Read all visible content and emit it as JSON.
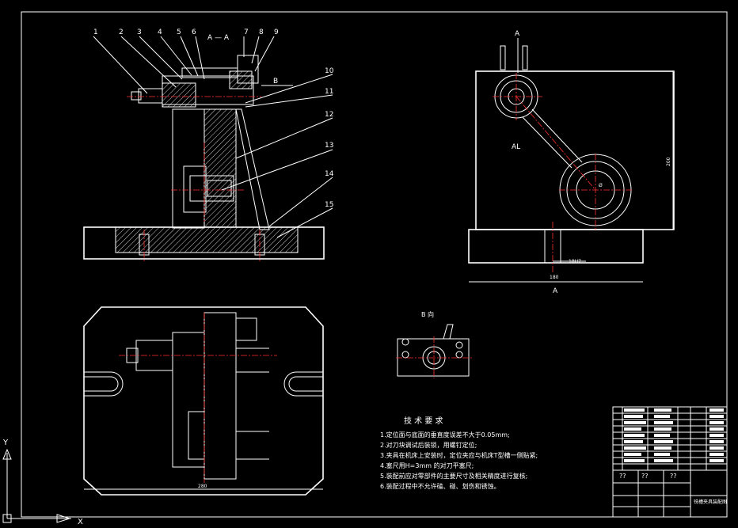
{
  "drawing": {
    "section_label": "A — A",
    "callouts": [
      "1",
      "2",
      "3",
      "4",
      "5",
      "6",
      "7",
      "8",
      "9",
      "10",
      "11",
      "12",
      "13",
      "14",
      "15"
    ],
    "view_b_label": "B",
    "view_b_title": "B 向",
    "view_a_label": "A",
    "view_a_bottom_label": "A",
    "al_label": "AL",
    "dim_width_bottom": "280",
    "dim_width_side": "180",
    "dim_height_side": "200",
    "dim_fit": "18H7",
    "circle_dim": "Ø"
  },
  "tech_requirements": {
    "title": "技 术 要 求",
    "items": [
      "1.定位面与底面的垂直度误差不大于0.05mm;",
      "2.对刀块调试后装锁，用螺钉定位;",
      "3.夹具在机床上安装时，定位夹应与机床T型槽一侧贴紧;",
      "4.塞尺用H=3mm 的对刀平塞尺;",
      "5.装配前应对零部件的主要尺寸及相关精度进行复核;",
      "6.装配过程中不允许磕、碰、划伤和锈蚀。"
    ]
  },
  "title_block": {
    "mark_1": "??",
    "mark_2": "??",
    "mark_3": "??",
    "drawing_name": "铣槽夹具装配图"
  },
  "ucs": {
    "y_axis": "Y",
    "x_axis": "X"
  },
  "colors": {
    "background": "#000000",
    "lines": "#ffffff",
    "text": "#ffffff",
    "center_lines": "#ff3030",
    "hatch": "#ffffff"
  }
}
